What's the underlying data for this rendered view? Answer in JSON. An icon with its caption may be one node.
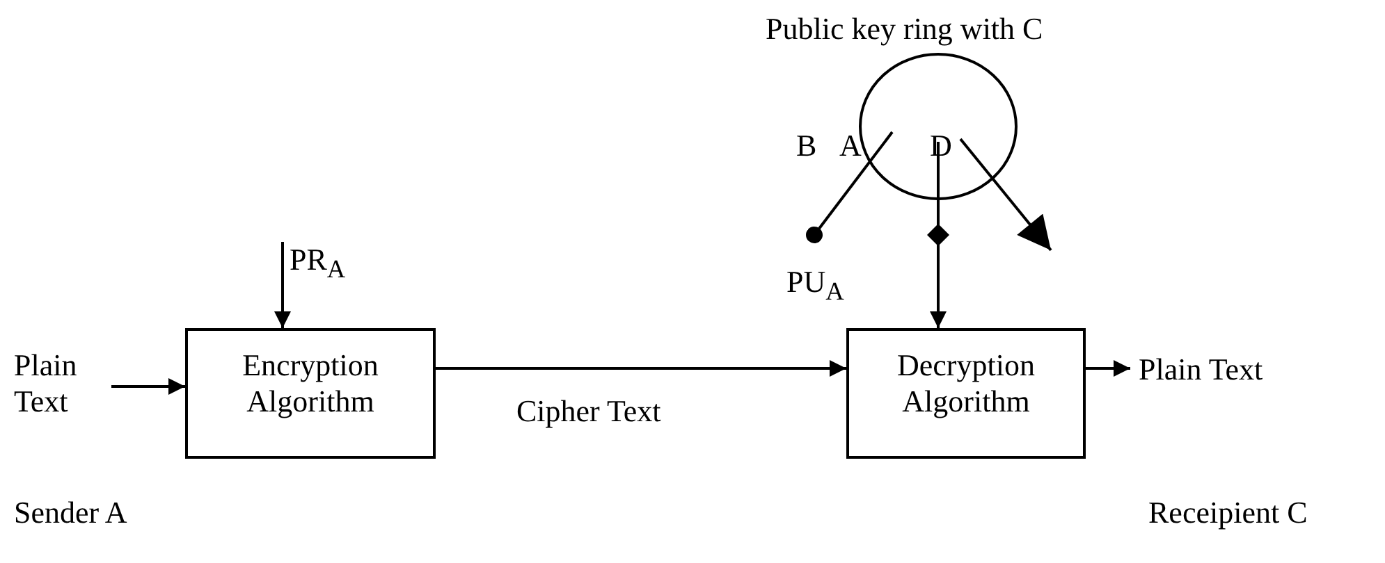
{
  "diagram": {
    "nodes": [
      {
        "text": [
          "Plain Text"
        ]
      },
      {
        "text": [
          "Encryption Algorithm"
        ]
      },
      {
        "text": [
          "Decryption Algorithm"
        ]
      },
      {
        "text": [
          "Plain Text"
        ]
      },
      {
        "text": [
          "PR$_{A}$"
        ]
      },
      {
        "text": [
          "Public key ring with C"
        ]
      },
      {
        "text": [
          "PU$_{A}$"
        ]
      }
    ],
    "edges": [
      {
        "from": 0,
        "to": 1,
        "arrow": "to"
      },
      {
        "from": 4,
        "to": 1,
        "arrow": "to"
      },
      {
        "from": 1,
        "to": 2,
        "arrow": "to",
        "label": "Cipher Text"
      },
      {
        "from": 2,
        "to": 3,
        "arrow": "to"
      },
      {
        "from": 5,
        "to": 2,
        "arrow": "to"
      },
      {
        "from": 5,
        "to": 6,
        "arrow": "other"
      },
      {
        "from": 5,
        "to": null,
        "arrow": "to"
      }
    ],
    "labels": [
      "B",
      "A",
      "D",
      "Sender A",
      "Receipient C"
    ]
  }
}
